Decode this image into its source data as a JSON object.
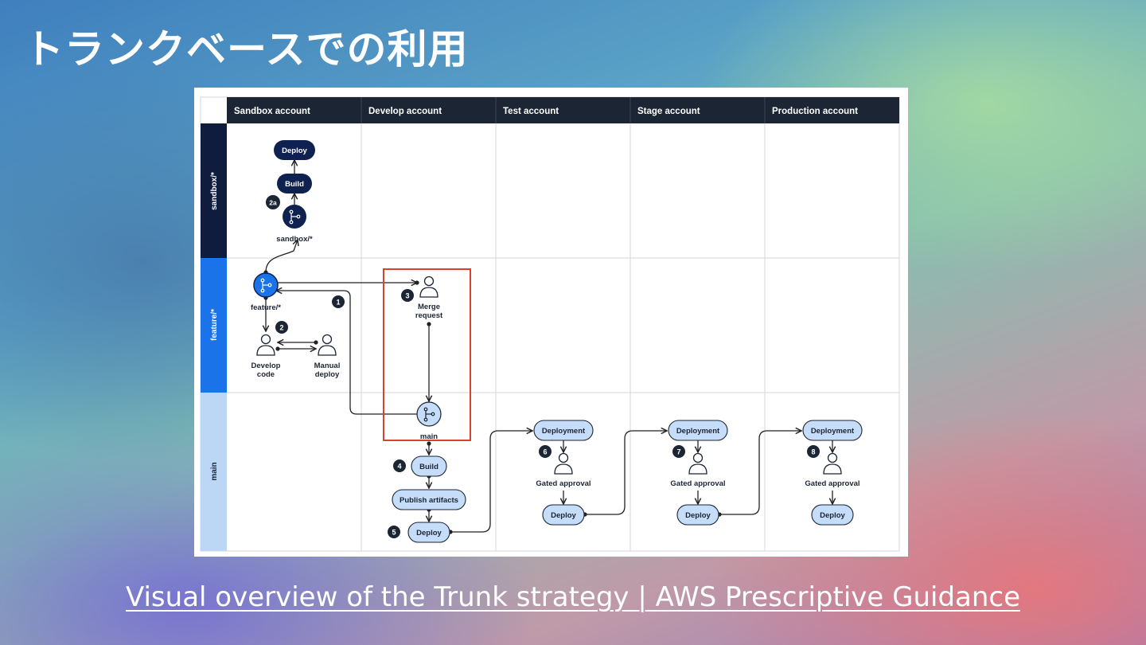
{
  "page_title": "トランクベースでの利用",
  "source_link_text": "Visual overview of the Trunk strategy | AWS Prescriptive Guidance",
  "colors": {
    "header_bg": "#1b2534",
    "lane_dark": "#101c3e",
    "lane_mid": "#1a73e8",
    "lane_light": "#bcd7f5",
    "node_dark": "#0f2150",
    "node_blue": "#1a73e8",
    "node_light": "#c5ddf8",
    "highlight_border": "#d8432b",
    "line": "#222222"
  },
  "diagram": {
    "columns": [
      "Sandbox account",
      "Develop account",
      "Test account",
      "Stage account",
      "Production account"
    ],
    "lanes": [
      "sandbox/*",
      "feature/*",
      "main"
    ],
    "nodes": {
      "sandbox_deploy": "Deploy",
      "sandbox_build": "Build",
      "sandbox_branch_label": "sandbox/*",
      "feature_branch_label": "feature/*",
      "develop_code": "Develop\ncode",
      "manual_deploy": "Manual\ndeploy",
      "merge_request": "Merge\nrequest",
      "main_branch_label": "main",
      "main_build": "Build",
      "publish_artifacts": "Publish artifacts",
      "main_deploy": "Deploy",
      "test_deployment": "Deployment",
      "test_gated_approval": "Gated approval",
      "test_deploy": "Deploy",
      "stage_deployment": "Deployment",
      "stage_gated_approval": "Gated approval",
      "stage_deploy": "Deploy",
      "prod_deployment": "Deployment",
      "prod_gated_approval": "Gated approval",
      "prod_deploy": "Deploy"
    },
    "steps": [
      "1",
      "2",
      "2a",
      "3",
      "4",
      "5",
      "6",
      "7",
      "8"
    ]
  }
}
